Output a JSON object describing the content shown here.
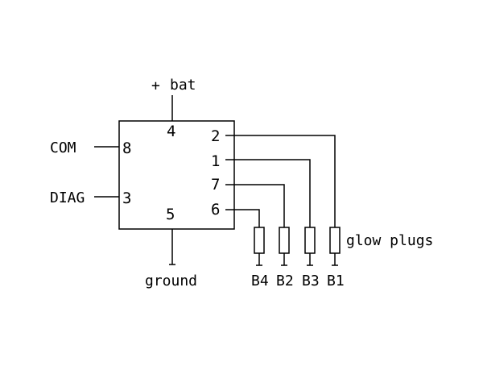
{
  "supply": {
    "plus": "+",
    "label": "bat"
  },
  "pins": {
    "bat": "4",
    "com": "8",
    "diag": "3",
    "ground": "5",
    "p2": "2",
    "p1": "1",
    "p7": "7",
    "p6": "6"
  },
  "signals": {
    "com": "COM",
    "diag": "DIAG",
    "ground": "ground"
  },
  "glow_plugs": {
    "label": "glow plugs",
    "plugs": [
      "B4",
      "B2",
      "B3",
      "B1"
    ]
  }
}
